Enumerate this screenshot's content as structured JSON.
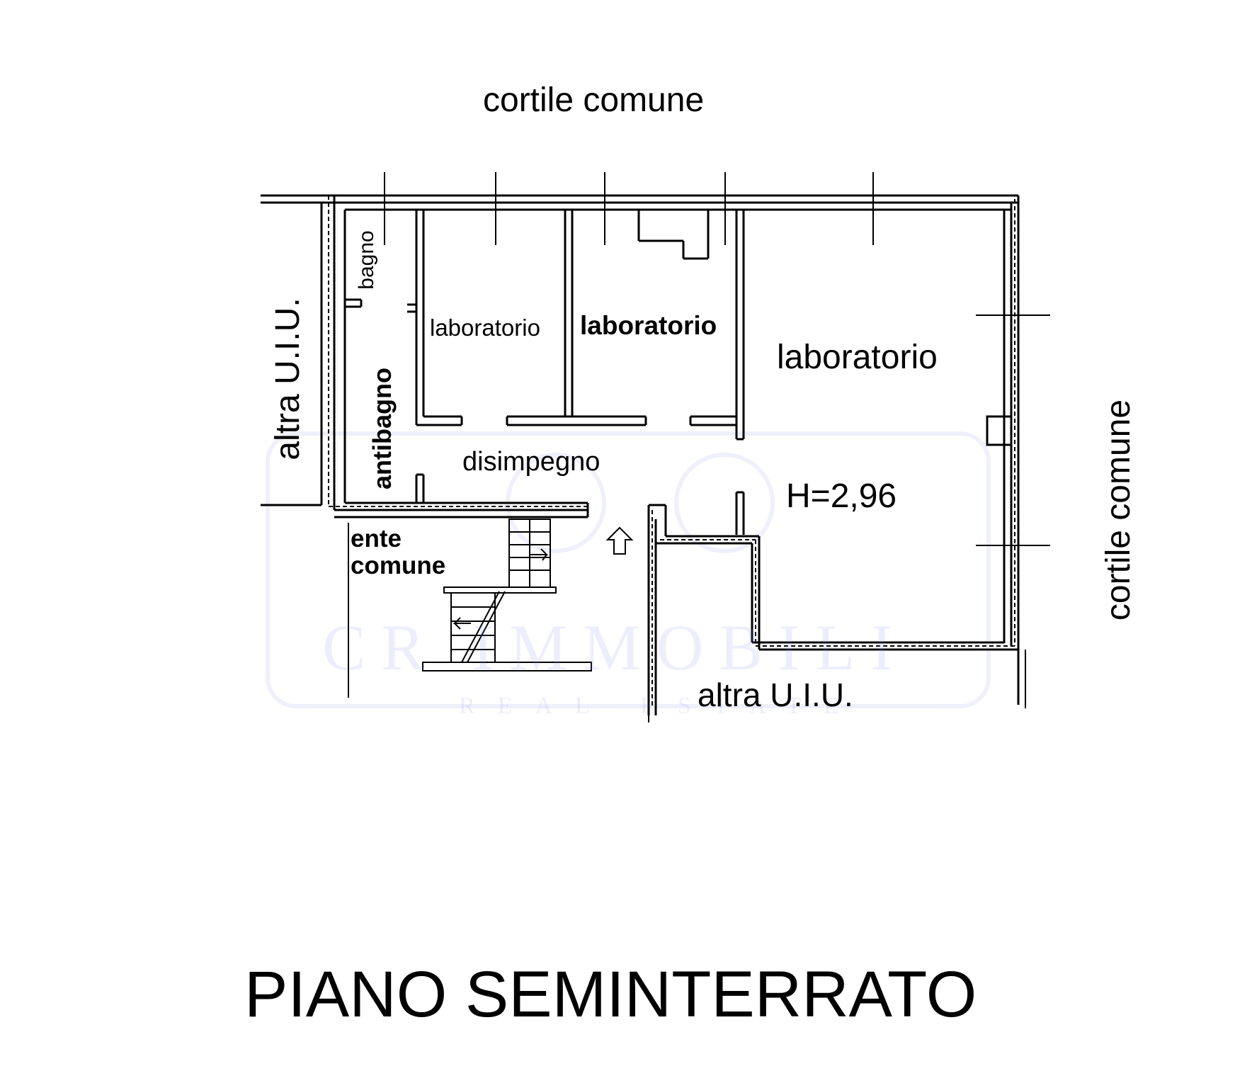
{
  "floor_title": "PIANO SEMINTERRATO",
  "surroundings": {
    "top": "cortile comune",
    "right": "cortile comune",
    "left": "altra U.I.U.",
    "bottom": "altra U.I.U."
  },
  "rooms": {
    "bagno": "bagno",
    "antibagno": "antibagno",
    "laboratorio_small": "laboratorio",
    "laboratorio_middle": "laboratorio",
    "laboratorio_large": "laboratorio",
    "disimpegno": "disimpegno",
    "ente_comune_line1": "ente",
    "ente_comune_line2": "comune"
  },
  "height_note": "H=2,96",
  "watermark": {
    "brand": "CR IMMOBILI",
    "tagline": "REAL ESTATE",
    "color": "#8c96eb"
  }
}
